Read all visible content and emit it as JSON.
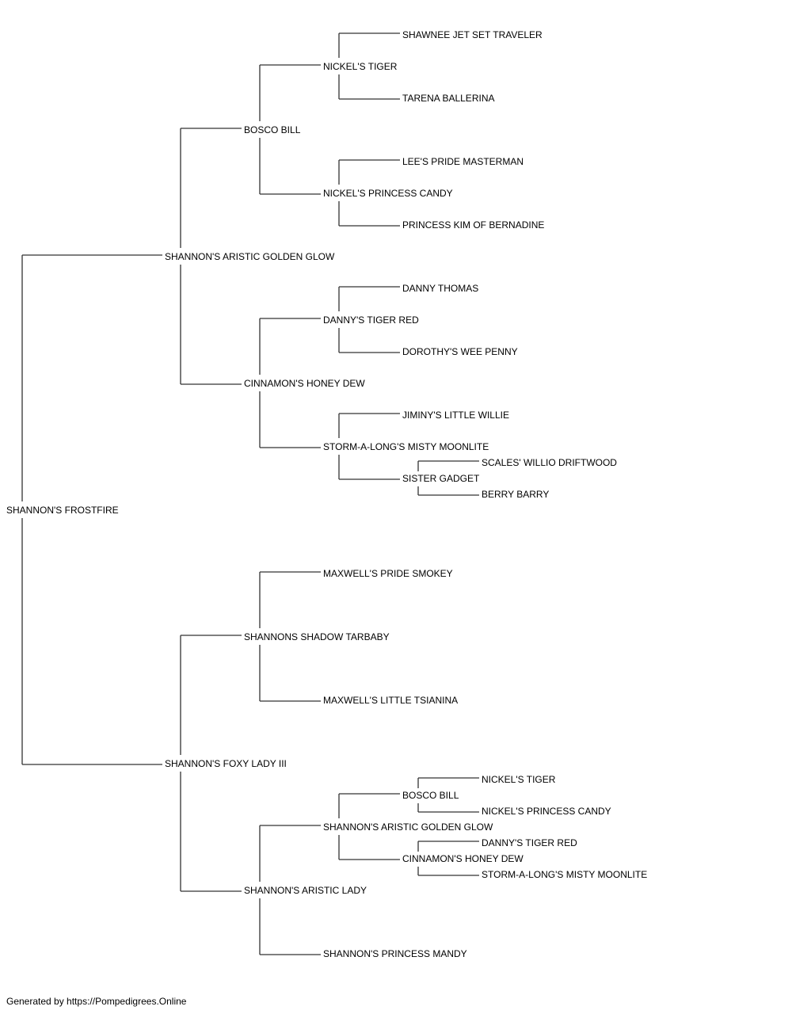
{
  "pedigree": {
    "subject": "SHANNON'S FROSTFIRE",
    "sire": {
      "name": "SHANNON'S ARISTIC GOLDEN GLOW",
      "sire": {
        "name": "BOSCO BILL",
        "sire": {
          "name": "NICKEL'S TIGER",
          "sire": "SHAWNEE JET SET TRAVELER",
          "dam": "TARENA BALLERINA"
        },
        "dam": {
          "name": "NICKEL'S PRINCESS CANDY",
          "sire": "LEE'S PRIDE MASTERMAN",
          "dam": "PRINCESS KIM OF BERNADINE"
        }
      },
      "dam": {
        "name": "CINNAMON'S HONEY DEW",
        "sire": {
          "name": "DANNY'S TIGER RED",
          "sire": "DANNY THOMAS",
          "dam": "DOROTHY'S WEE PENNY"
        },
        "dam": {
          "name": "STORM-A-LONG'S MISTY MOONLITE",
          "sire": "JIMINY'S LITTLE WILLIE",
          "dam": {
            "name": "SISTER GADGET",
            "sire": "SCALES' WILLIO DRIFTWOOD",
            "dam": "BERRY BARRY"
          }
        }
      }
    },
    "dam": {
      "name": "SHANNON'S FOXY LADY III",
      "sire": {
        "name": "SHANNONS SHADOW TARBABY",
        "sire": "MAXWELL'S PRIDE SMOKEY",
        "dam": "MAXWELL'S LITTLE TSIANINA"
      },
      "dam": {
        "name": "SHANNON'S ARISTIC LADY",
        "sire": {
          "name": "SHANNON'S ARISTIC GOLDEN GLOW",
          "sire": {
            "name": "BOSCO BILL",
            "sire": "NICKEL'S TIGER",
            "dam": "NICKEL'S PRINCESS CANDY"
          },
          "dam": {
            "name": "CINNAMON'S HONEY DEW",
            "sire": "DANNY'S TIGER RED",
            "dam": "STORM-A-LONG'S MISTY MOONLITE"
          }
        },
        "dam": "SHANNON'S PRINCESS MANDY"
      }
    }
  },
  "footer": {
    "text": "Generated by https://Pompedigrees.Online"
  }
}
